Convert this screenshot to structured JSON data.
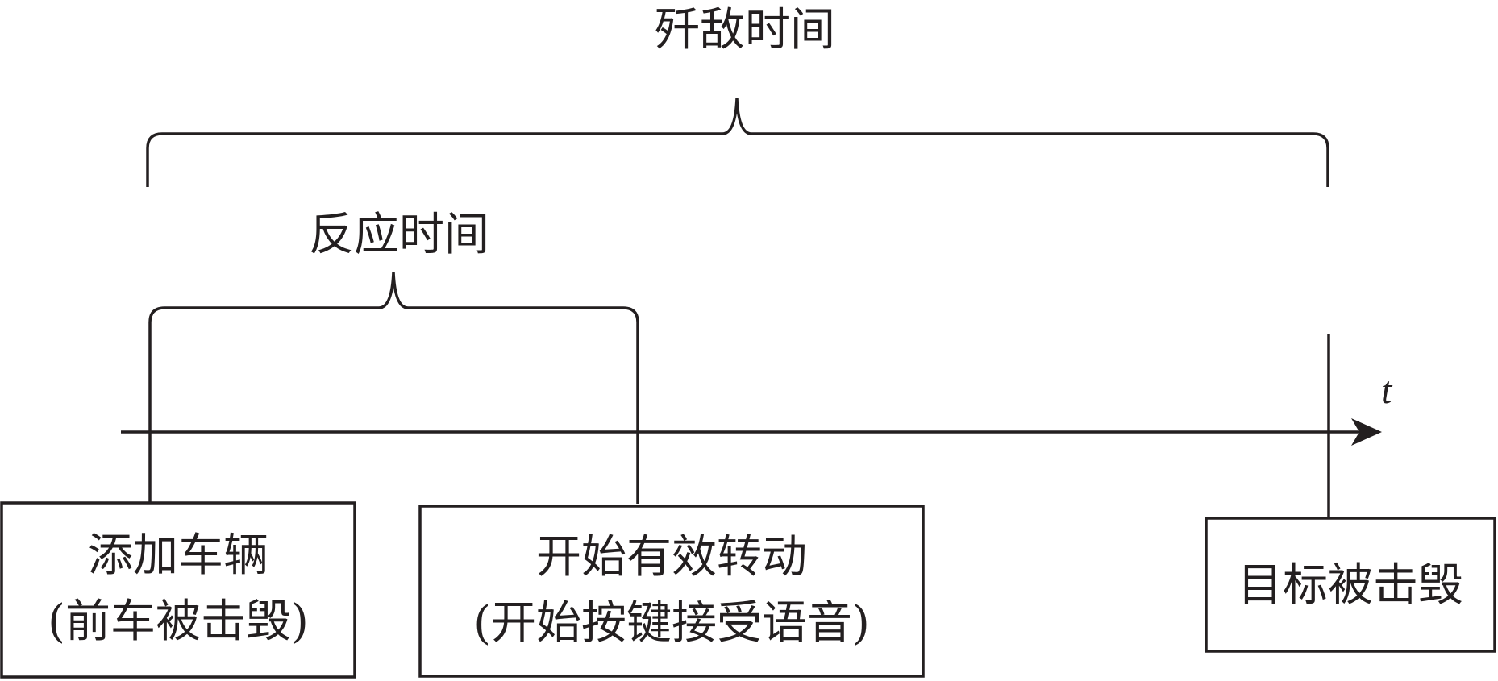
{
  "labels": {
    "kill_time": "歼敌时间",
    "reaction_time": "反应时间",
    "axis_variable": "t"
  },
  "events": [
    {
      "line1": "添加车辆",
      "line2": "(前车被击毁)"
    },
    {
      "line1": "开始有效转动",
      "line2": "(开始按键接受语音)"
    },
    {
      "line1": "目标被击毁"
    }
  ],
  "colors": {
    "line": "#231f20",
    "background": "#ffffff"
  }
}
